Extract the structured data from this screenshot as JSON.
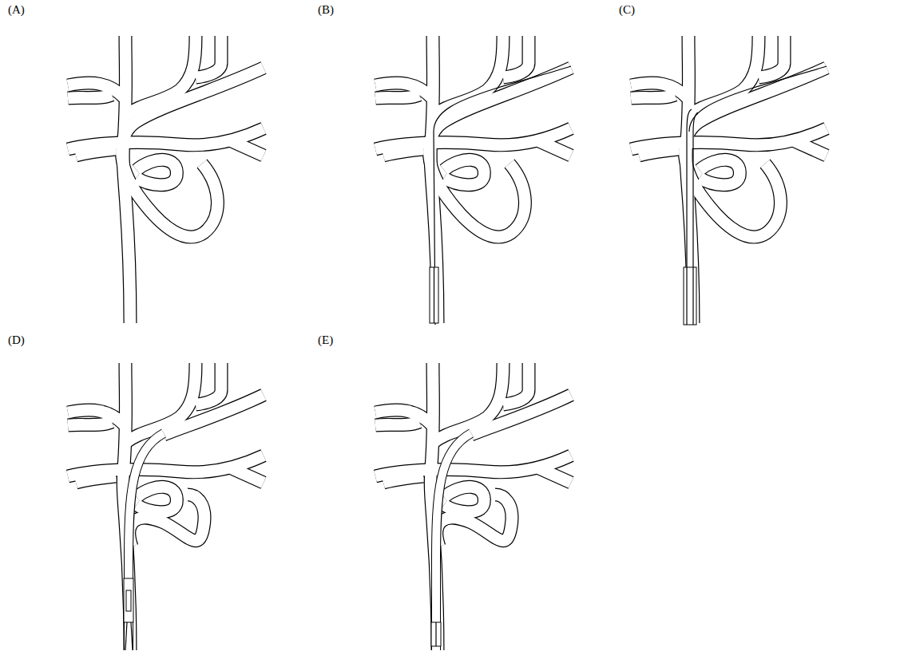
{
  "diagram": {
    "labels": [
      "(A)",
      "(B)",
      "(C)",
      "(D)",
      "(E)"
    ]
  }
}
